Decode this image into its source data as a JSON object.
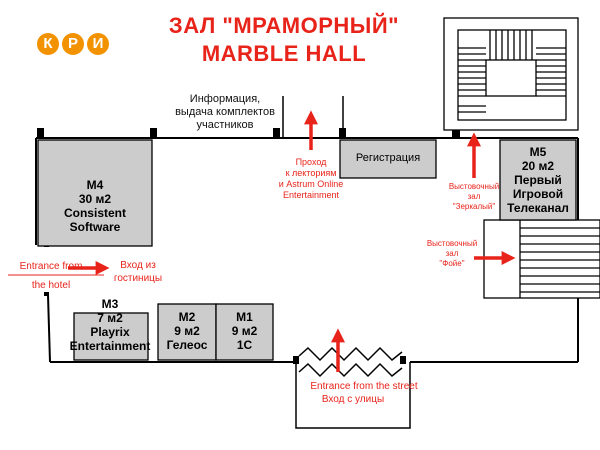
{
  "logo": {
    "letters": [
      "К",
      "Р",
      "И"
    ],
    "color": "#f39200"
  },
  "title": {
    "line1": "ЗАЛ \"МРАМОРНЫЙ\"",
    "line2": "MARBLE HALL",
    "color": "#e8231a"
  },
  "info_desk": "Информация,\nвыдача комплектов\nучастников",
  "registration": "Регистрация",
  "stands": [
    {
      "id": "M4",
      "lines": [
        "M4",
        "30 м2",
        "Consistent",
        "Software"
      ]
    },
    {
      "id": "M5",
      "lines": [
        "M5",
        "20 м2",
        "Первый",
        "Игровой",
        "Телеканал"
      ]
    },
    {
      "id": "M3",
      "lines": [
        "M3",
        "7 м2",
        "Playrix",
        "Entertainment"
      ]
    },
    {
      "id": "M2",
      "lines": [
        "M2",
        "9 м2",
        "Гелеос"
      ]
    },
    {
      "id": "M1",
      "lines": [
        "M1",
        "9 м2",
        "1С"
      ]
    }
  ],
  "labels": {
    "lecture_passage": "Проход\nк лекториям\nи Astrum Online\nEntertainment",
    "mirror_hall": "Выстовочный\nзал\n\"Зеркалый\"",
    "foyer_hall": "Выстовочный\nзал\n\"Фойе\"",
    "entrance_hotel_en": "Entrance from\nthe hotel",
    "entrance_hotel_ru": "Вход из\nгостиницы",
    "entrance_street_en": "Entrance from the street",
    "entrance_street_ru": "Вход с улицы"
  },
  "colors": {
    "stand_fill": "#cccccc",
    "arrow": "#e8231a",
    "wall": "#000000"
  }
}
